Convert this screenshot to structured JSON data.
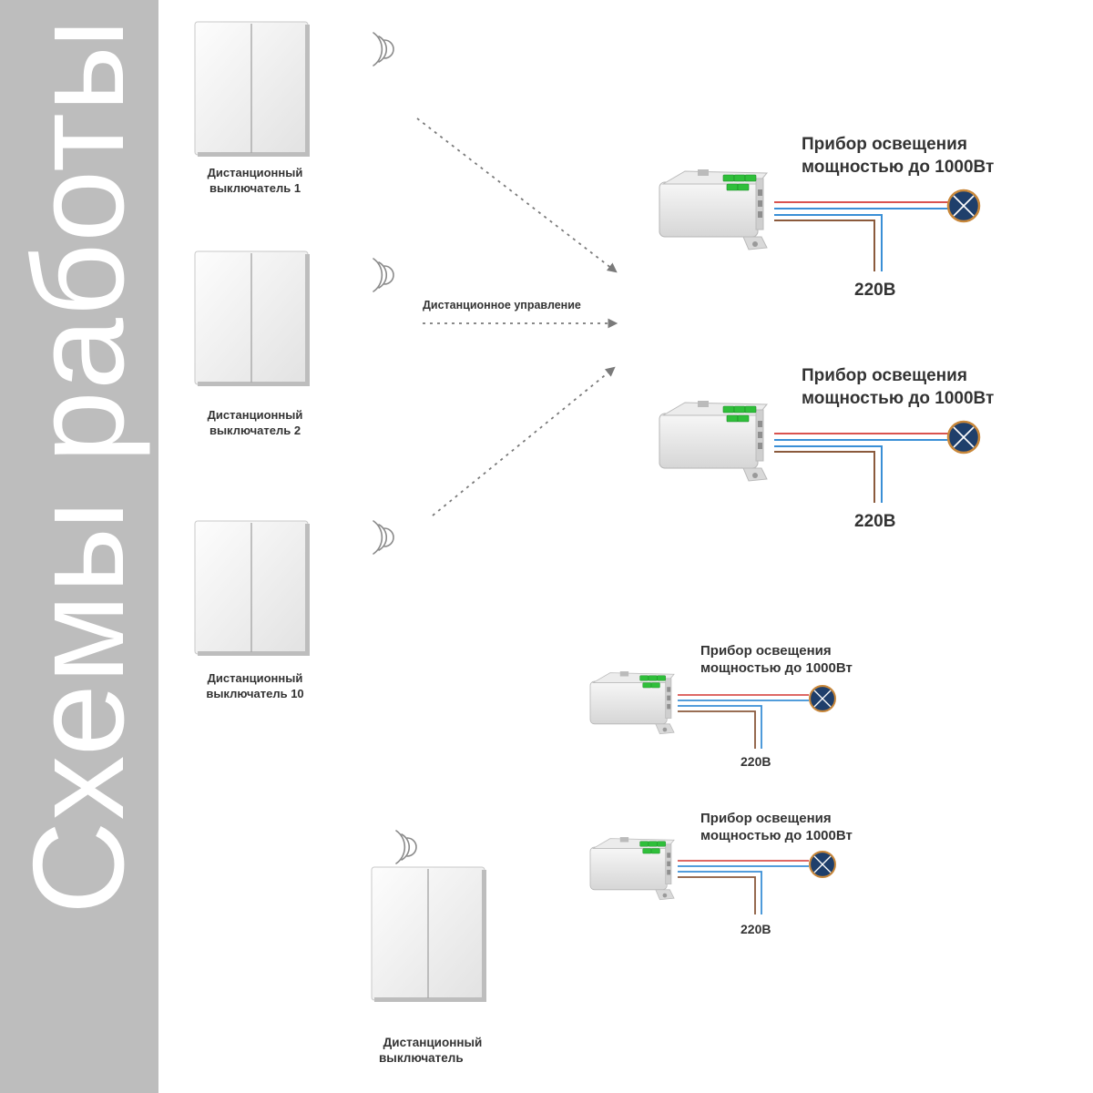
{
  "sidebar": {
    "title": "Схемы работы"
  },
  "switches": [
    {
      "line1": "Дистанционный",
      "line2": "выключатель 1"
    },
    {
      "line1": "Дистанционный",
      "line2": "выключатель 2"
    },
    {
      "line1": "Дистанционный",
      "line2": "выключатель 10"
    }
  ],
  "control_label": "Дистанционное управление",
  "relays": [
    {
      "lamp_line1": "Прибор освещения",
      "lamp_line2": "мощностью до 1000Вт",
      "voltage": "220В"
    },
    {
      "lamp_line1": "Прибор освещения",
      "lamp_line2": "мощностью до 1000Вт",
      "voltage": "220В"
    }
  ],
  "bottom_relays": [
    {
      "lamp_line1": "Прибор освещения",
      "lamp_line2": "мощностью до 1000Вт",
      "voltage": "220В"
    },
    {
      "lamp_line1": "Прибор освещения",
      "lamp_line2": "мощностью до 1000Вт",
      "voltage": "220В"
    }
  ],
  "bottom_switch": {
    "line1": "Дистанционный",
    "line2": "выключатель"
  },
  "colors": {
    "sidebar": "#bdbdbd",
    "wire_live": "#d9534f",
    "wire_neutral": "#3a8fd6",
    "wire_brown": "#8b5a3c",
    "lamp": "#1f3f6b",
    "led": "#2fbf3a"
  }
}
